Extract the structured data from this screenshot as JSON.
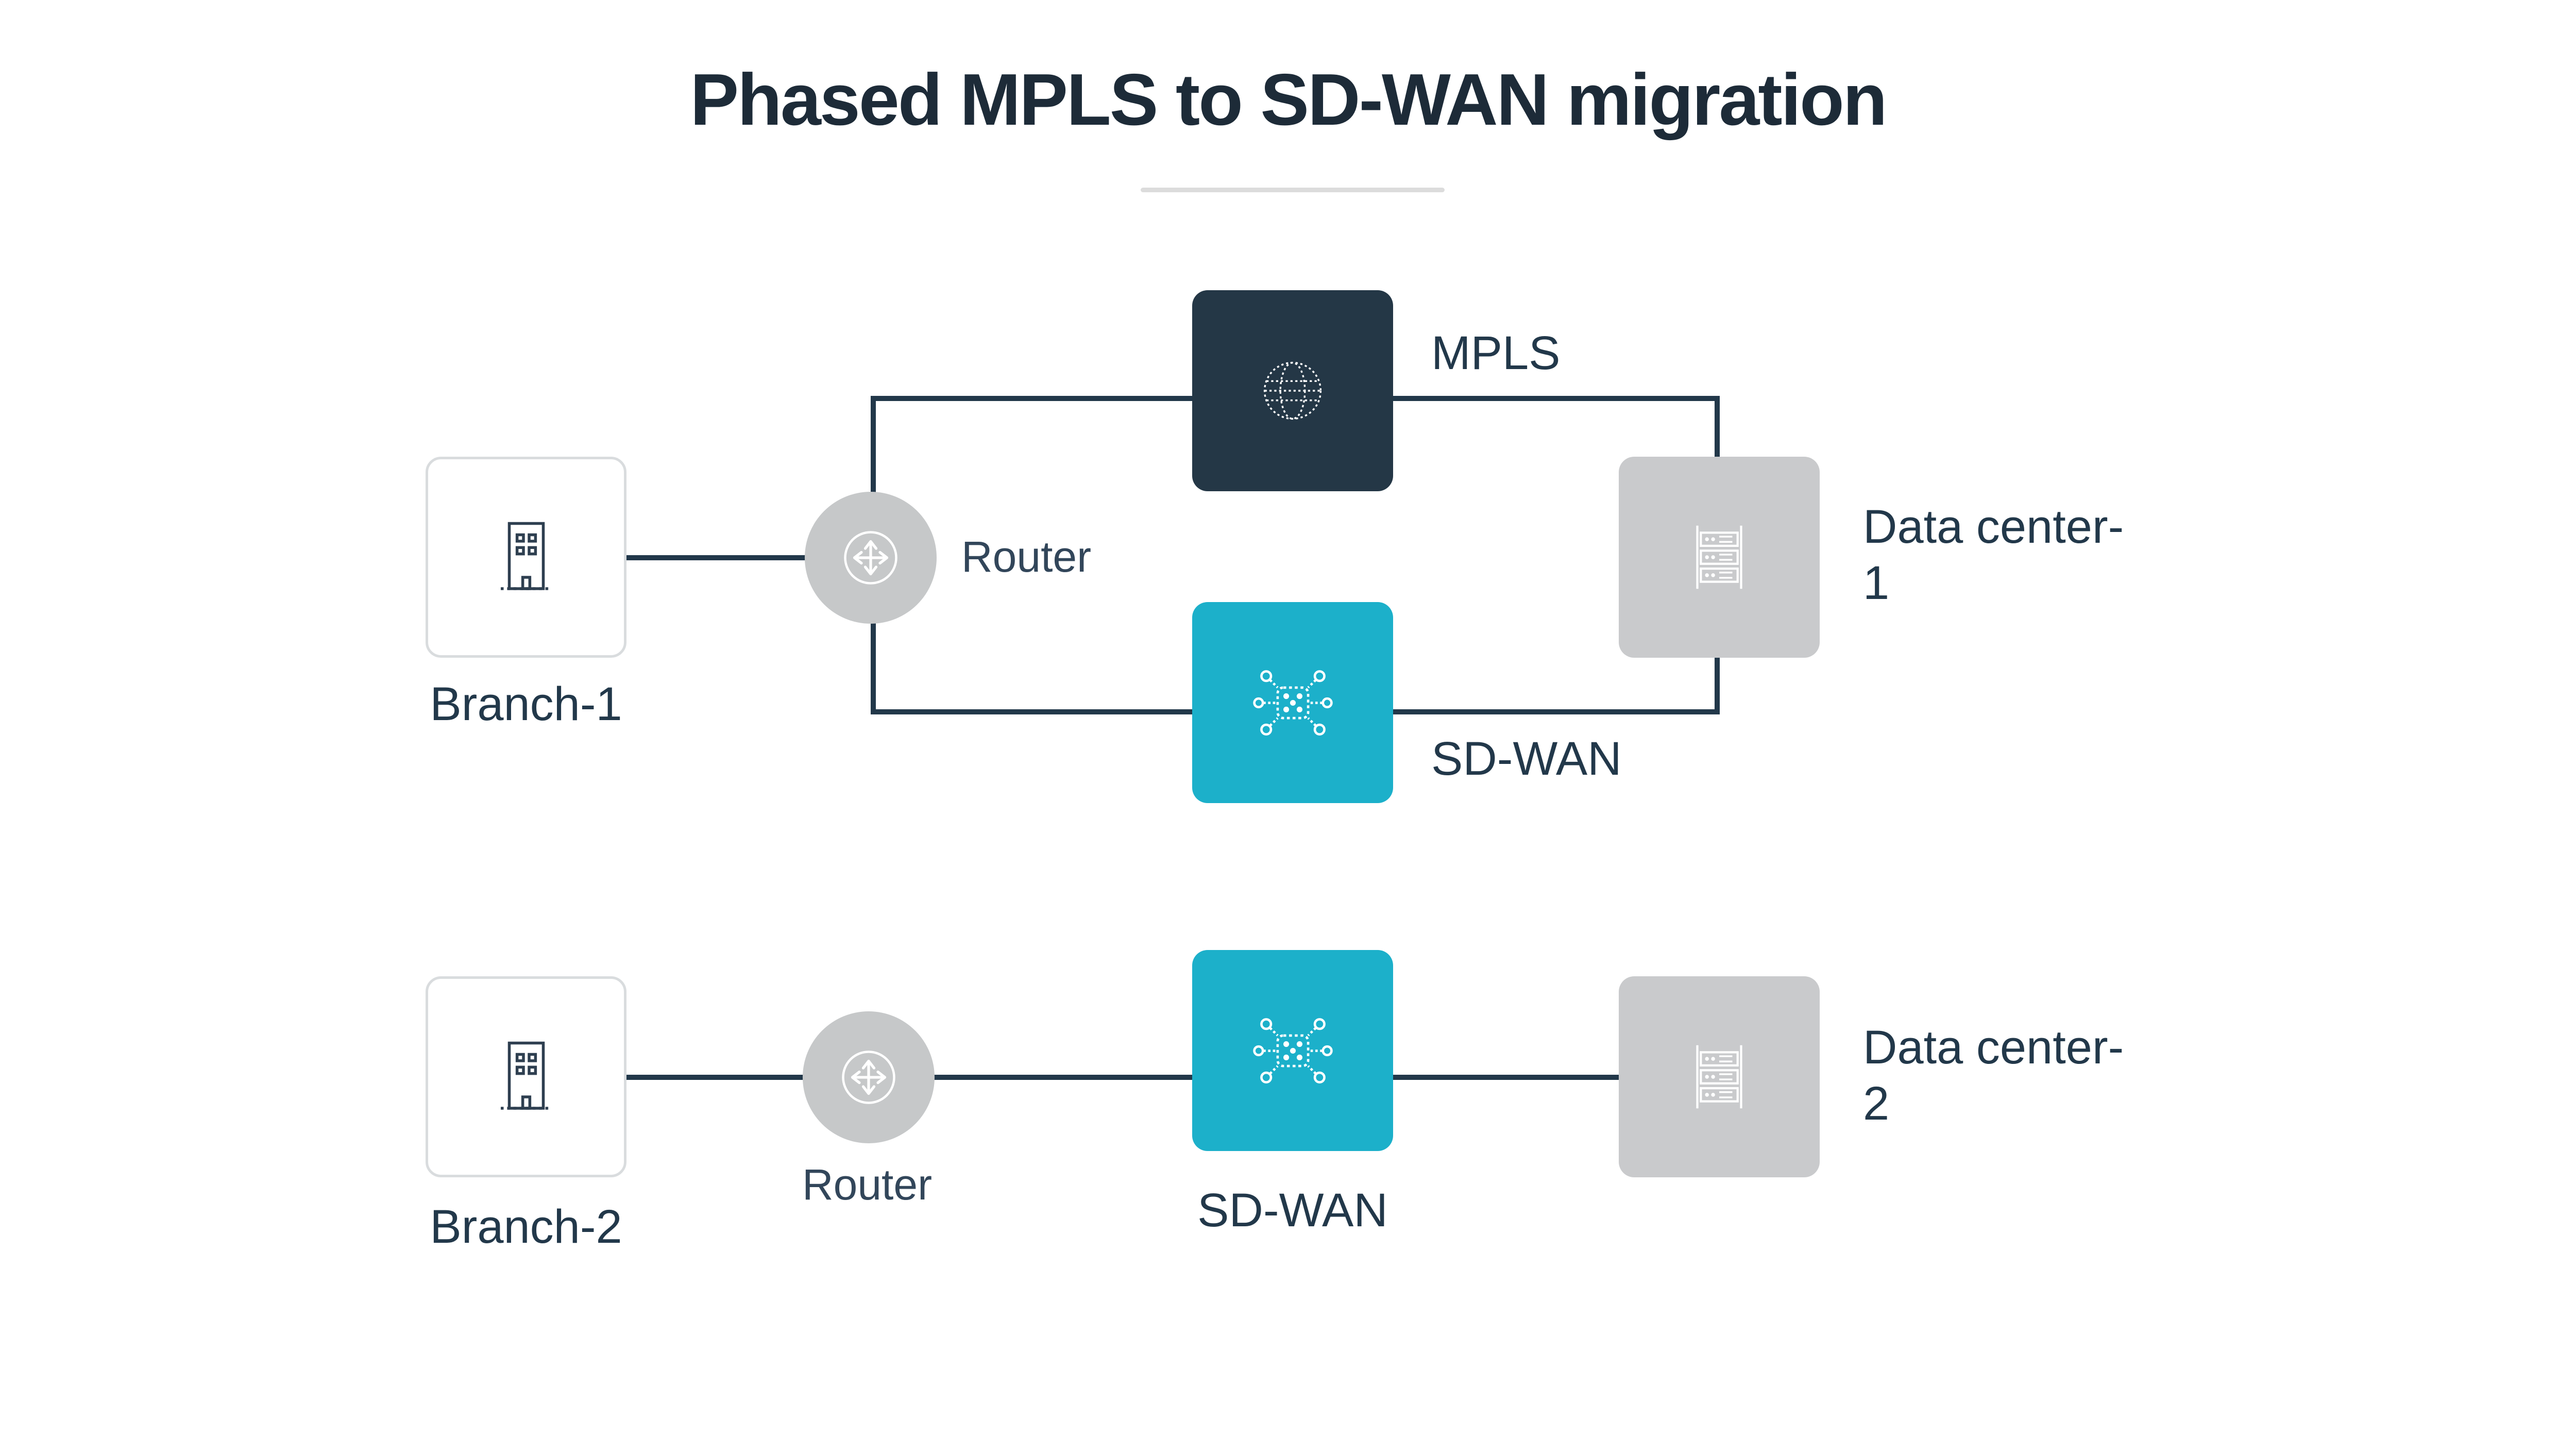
{
  "title": "Phased MPLS to SD-WAN migration",
  "colors": {
    "text": "#1d2b38",
    "line": "#22384a",
    "mpls_box": "#243746",
    "sdwan_box": "#1cb0ca",
    "datacenter_box": "#c9cacc",
    "router_circle": "#c6c8c9",
    "branch_border": "#d9dcde",
    "divider": "#dcdcdc"
  },
  "icons": {
    "branch": "building-icon",
    "router": "router-arrows-icon",
    "mpls": "globe-icon",
    "sdwan": "mesh-network-icon",
    "datacenter": "server-rack-icon"
  },
  "phase1": {
    "branch_label": "Branch-1",
    "router_label": "Router",
    "mpls_label": "MPLS",
    "sdwan_label": "SD-WAN",
    "datacenter_label": "Data center-1"
  },
  "phase2": {
    "branch_label": "Branch-2",
    "router_label": "Router",
    "sdwan_label": "SD-WAN",
    "datacenter_label": "Data center-2"
  }
}
